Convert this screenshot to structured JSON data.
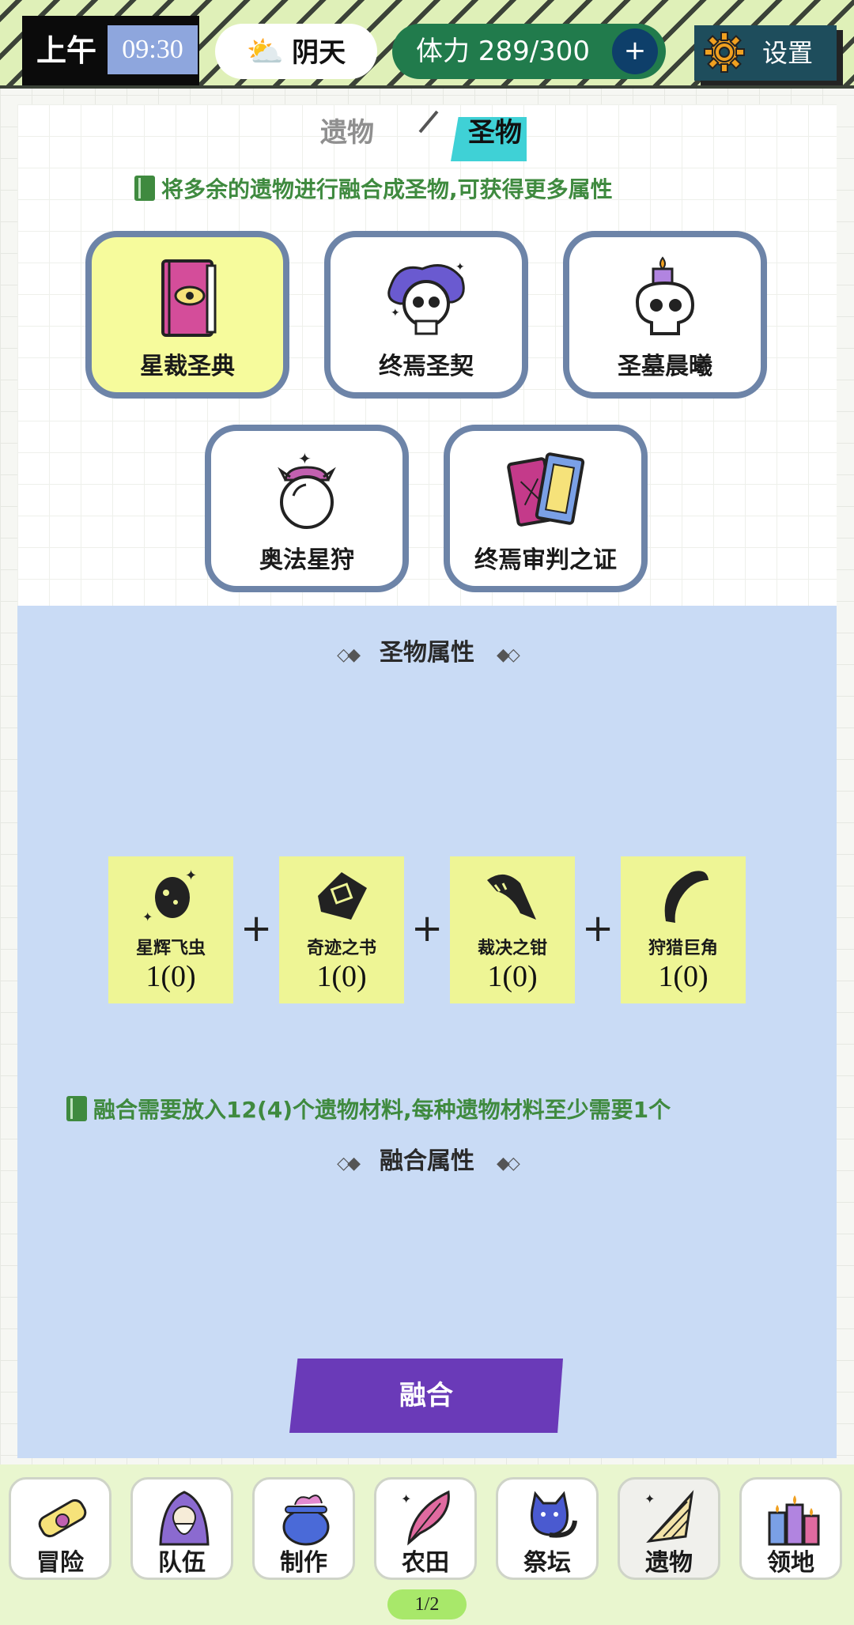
{
  "status_bar": {
    "ampm": "上午",
    "time": "09:30",
    "weather": "阴天",
    "weather_icon": "cloud-sun-icon",
    "stamina": "体力 289/300",
    "stamina_add": "+",
    "settings": "设置"
  },
  "tabs": {
    "relic": "遗物",
    "holy": "圣物",
    "active": "圣物"
  },
  "hint_top": "将多余的遗物进行融合成圣物,可获得更多属性",
  "holy_items": [
    {
      "label": "星裁圣典",
      "icon": "eye-book-icon",
      "selected": true
    },
    {
      "label": "终焉圣契",
      "icon": "skull-smoke-icon",
      "selected": false
    },
    {
      "label": "圣墓晨曦",
      "icon": "skull-candle-icon",
      "selected": false
    },
    {
      "label": "奥法星狩",
      "icon": "crystal-ball-icon",
      "selected": false
    },
    {
      "label": "终焉审判之证",
      "icon": "tarot-cards-icon",
      "selected": false
    }
  ],
  "sections": {
    "holy_attr": "圣物属性",
    "fusion_attr": "融合属性"
  },
  "materials": [
    {
      "name": "星辉飞虫",
      "count": "1(0)",
      "icon": "star-beetle-icon"
    },
    {
      "name": "奇迹之书",
      "count": "1(0)",
      "icon": "miracle-book-icon"
    },
    {
      "name": "裁决之钳",
      "count": "1(0)",
      "icon": "claw-icon"
    },
    {
      "name": "狩猎巨角",
      "count": "1(0)",
      "icon": "horn-icon"
    }
  ],
  "plus_sign": "+",
  "hint_fuse": "融合需要放入12(4)个遗物材料,每种遗物材料至少需要1个",
  "fuse_button": "融合",
  "nav": [
    {
      "label": "冒险",
      "icon": "scroll-icon"
    },
    {
      "label": "队伍",
      "icon": "wizard-icon"
    },
    {
      "label": "制作",
      "icon": "cauldron-icon"
    },
    {
      "label": "农田",
      "icon": "feather-icon"
    },
    {
      "label": "祭坛",
      "icon": "cat-icon"
    },
    {
      "label": "遗物",
      "icon": "shell-icon",
      "active": true
    },
    {
      "label": "领地",
      "icon": "candles-icon"
    }
  ],
  "pager": "1/2",
  "colors": {
    "accent_purple": "#6a3ab8",
    "stamina_green": "#217b4c",
    "hint_green": "#3f8a3f",
    "panel_blue": "#c9dbf5",
    "selected_yellow": "#f6fb9c"
  }
}
